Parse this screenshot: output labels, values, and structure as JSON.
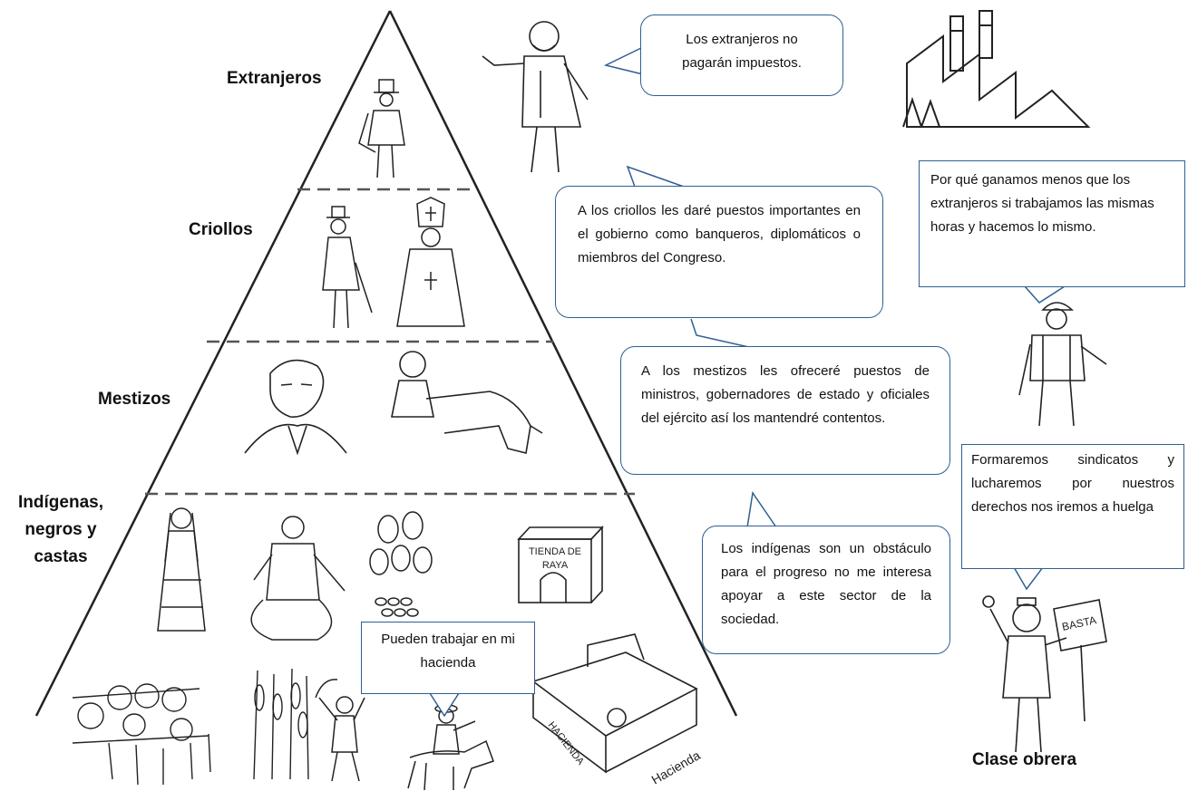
{
  "levels": {
    "extranjeros": "Extranjeros",
    "criollos": "Criollos",
    "mestizos": "Mestizos",
    "indigenas_1": "Indígenas,",
    "indigenas_2": "negros y",
    "indigenas_3": "castas"
  },
  "bubbles": {
    "extranjeros": "Los extranjeros no pagarán impuestos.",
    "criollos": "A los criollos les daré puestos importantes en el gobierno como banqueros, diplomáticos o miembros del Congreso.",
    "mestizos": "A los mestizos les ofreceré puestos de ministros, gobernadores de estado y oficiales del ejército así los mantendré contentos.",
    "indigenas": "Los indígenas son un obstáculo para el progreso no me interesa apoyar a este sector de la sociedad.",
    "hacienda": "Pueden trabajar en mi hacienda",
    "obrero_pregunta": "Por qué ganamos menos que los extranjeros si trabajamos las mismas horas y hacemos lo mismo.",
    "obrero_sindicato": "Formaremos sindicatos y lucharemos por nuestros derechos nos iremos a huelga"
  },
  "sign_texts": {
    "tienda_1": "TIENDA DE",
    "tienda_2": "RAYA",
    "hacienda_sign": "HACIENDA",
    "hacienda_label": "Hacienda",
    "basta": "BASTA"
  },
  "caption": "Clase obrera",
  "colors": {
    "bubble_border": "#2f5f93",
    "ink": "#222222"
  }
}
